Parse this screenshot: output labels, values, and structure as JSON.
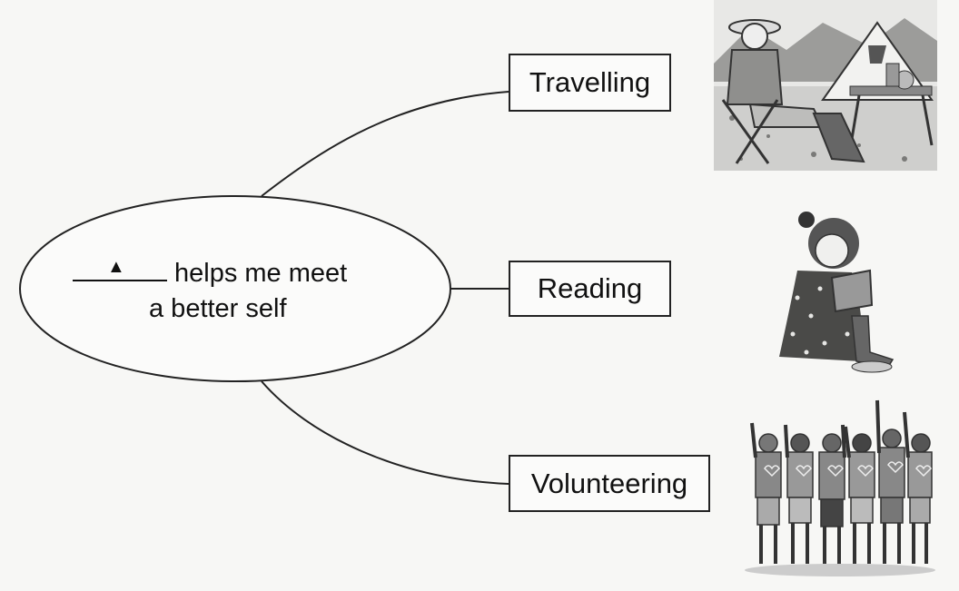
{
  "center": {
    "blank_symbol": "▲",
    "line1": "helps me meet",
    "line2": "a better self"
  },
  "branches": [
    {
      "label": "Travelling",
      "icon": "camping-woman-icon"
    },
    {
      "label": "Reading",
      "icon": "girl-reading-icon"
    },
    {
      "label": "Volunteering",
      "icon": "volunteers-group-icon"
    }
  ]
}
